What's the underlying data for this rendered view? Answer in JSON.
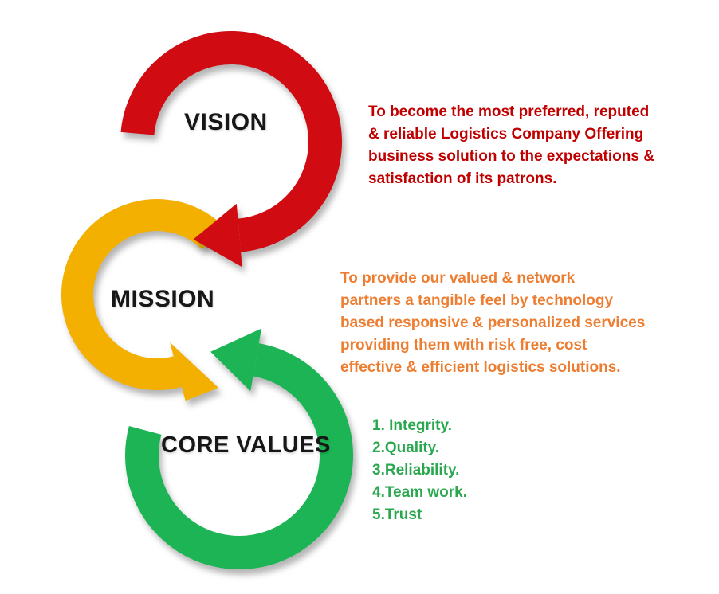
{
  "colors": {
    "vision_ring": "#D00B12",
    "mission_ring": "#F3B000",
    "values_ring": "#1CB454",
    "vision_text": "#C00000",
    "mission_text": "#ED7D31",
    "values_text": "#2BA84F",
    "label_text": "#171717"
  },
  "sections": {
    "vision": {
      "label": "VISION",
      "description": "To become the most preferred, reputed\n& reliable Logistics Company Offering\nbusiness solution to the expectations &\nsatisfaction of its patrons."
    },
    "mission": {
      "label": "MISSION",
      "description": "To provide our valued & network\npartners a tangible feel by technology\nbased responsive & personalized services\nproviding them with risk free, cost\neffective & efficient logistics solutions."
    },
    "core_values": {
      "label": "CORE VALUES",
      "items": [
        "1. Integrity.",
        "2.Quality.",
        "3.Reliability.",
        "4.Team work.",
        "5.Trust"
      ]
    }
  }
}
